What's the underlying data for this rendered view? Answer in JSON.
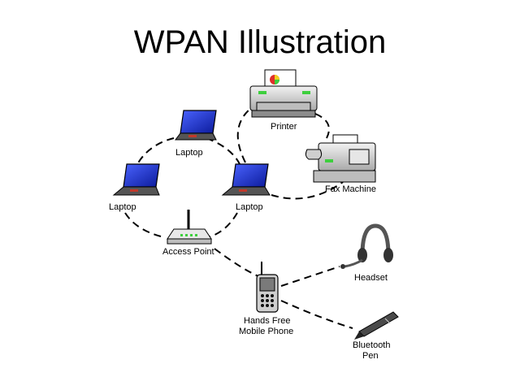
{
  "title": "WPAN Illustration",
  "nodes": {
    "printer": "Printer",
    "fax": "Fax Machine",
    "laptop_top": "Laptop",
    "laptop_left": "Laptop",
    "laptop_right": "Laptop",
    "access_point": "Access Point",
    "phone_line1": "Hands Free",
    "phone_line2": "Mobile Phone",
    "headset": "Headset",
    "pen_line1": "Bluetooth",
    "pen_line2": "Pen"
  },
  "colors": {
    "screen": "#1a2fd6",
    "device_body": "#d9d9d9",
    "accent_green": "#3ecf3e"
  }
}
